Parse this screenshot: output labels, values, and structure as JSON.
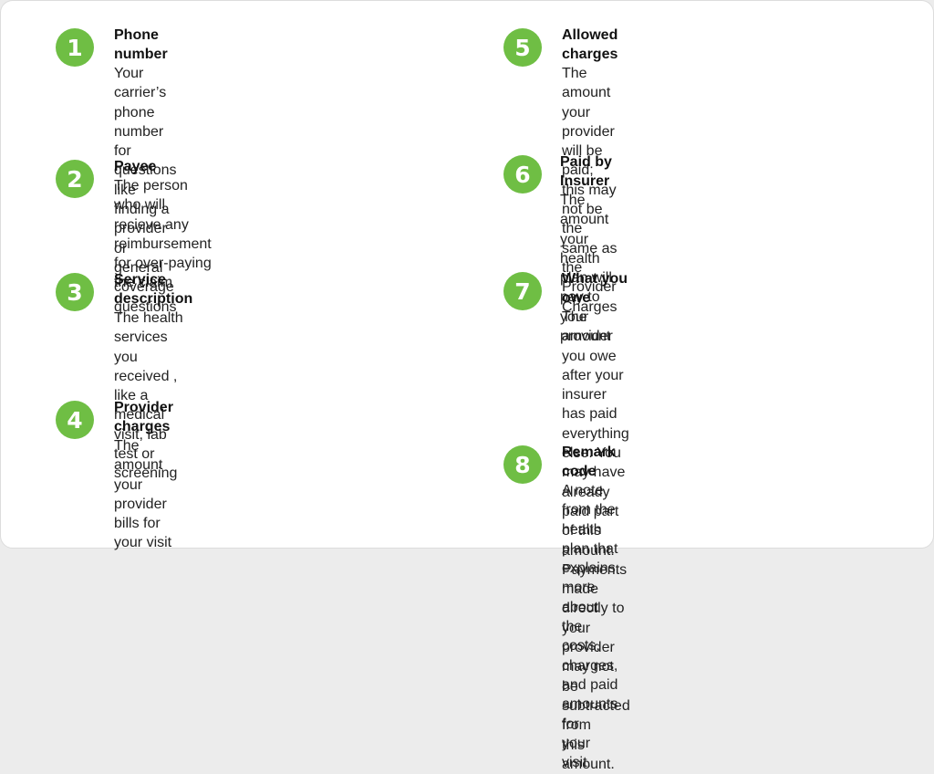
{
  "colors": {
    "badge": "#6fbe44",
    "text": "#222222",
    "background": "#ffffff"
  },
  "items": [
    {
      "number": "1",
      "title": "Phone number",
      "description": "Your carrier’s phone number for questions\nlike finding a provider or general coverage\nquestions"
    },
    {
      "number": "2",
      "title": "Payee",
      "description": "The person who will recieve any\nreimbursement for over-paying the claim"
    },
    {
      "number": "3",
      "title": "Service description",
      "description": "The health services you received ,\nlike a medical visit, lab test or\nscreening"
    },
    {
      "number": "4",
      "title": "Provider charges",
      "description": "The amount your provider bills for your visit"
    },
    {
      "number": "5",
      "title": "Allowed charges",
      "description": "The amount your provider will be paid;\nthis may not be the same as the\nProvider Charges"
    },
    {
      "number": "6",
      "title": "Paid by Insurer",
      "description": "The amount your health plan will pay to\nyour provider"
    },
    {
      "number": "7",
      "title": "What you owe",
      "description": "The amount you owe after your insurer\nhas paid everything else. You may have\nalready paid part of this amount.\nPayments made directly to your\nprovider may not be subtracted from\nthis amount."
    },
    {
      "number": "8",
      "title": "Remark code",
      "description": "A note from the health plan that explains more\nabout the costs, charges, and paid amounts for\nyour visit."
    }
  ]
}
